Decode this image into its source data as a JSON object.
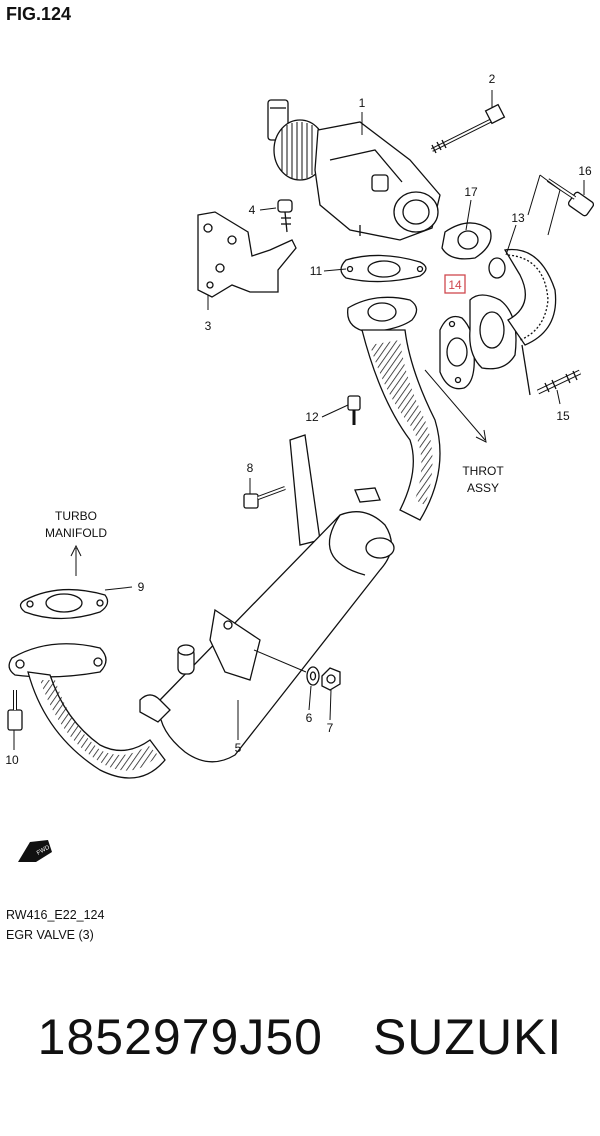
{
  "figure_title": "FIG.124",
  "callouts": [
    "1",
    "2",
    "3",
    "4",
    "5",
    "6",
    "7",
    "8",
    "9",
    "10",
    "11",
    "12",
    "13",
    "14",
    "15",
    "16",
    "17"
  ],
  "highlighted_callout": "14",
  "highlight_color": "#d0484f",
  "notes": {
    "throttle_line1": "THROT",
    "throttle_line2": "ASSY",
    "turbo_line1": "TURBO",
    "turbo_line2": "MANIFOLD",
    "fwd_badge": "FWD"
  },
  "footer": {
    "code": "RW416_E22_124",
    "section": "EGR VALVE (3)"
  },
  "part_number": "1852979J50",
  "brand": "SUZUKI"
}
